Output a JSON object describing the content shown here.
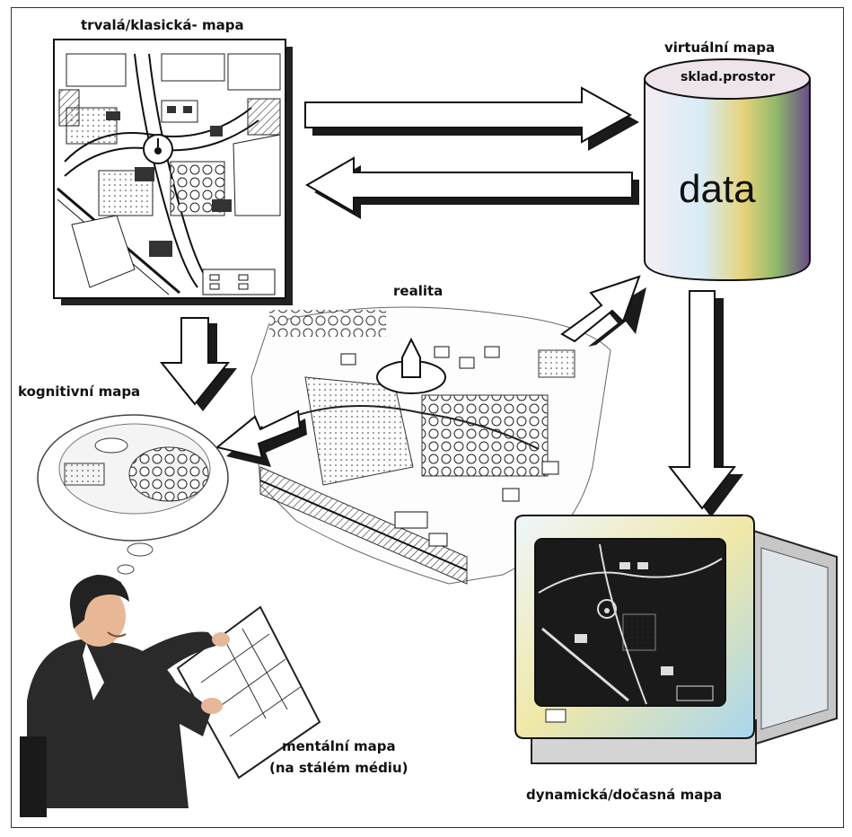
{
  "labels": {
    "classic_map": "trvalá/klasická- mapa",
    "virtual_map": "virtuální mapa",
    "storage": "sklad.prostor",
    "data": "data",
    "reality": "realita",
    "cognitive_map": "kognitivní mapa",
    "mental_map_line1": "mentální mapa",
    "mental_map_line2": "(na stálém médiu)",
    "dynamic_map": "dynamická/dočasná mapa"
  },
  "colors": {
    "ink": "#111111",
    "arrow_shadow": "#222222",
    "monitor_screen": "#1a1a1a",
    "cylinder_gradient": [
      "#f0e6f0",
      "#c8e6f5",
      "#e8d070",
      "#6a4a8a"
    ]
  },
  "icons": [
    "classic-map-drawing",
    "database-cylinder",
    "reality-city-illustration",
    "cognitive-map-bubble",
    "thinking-man",
    "crt-monitor"
  ]
}
